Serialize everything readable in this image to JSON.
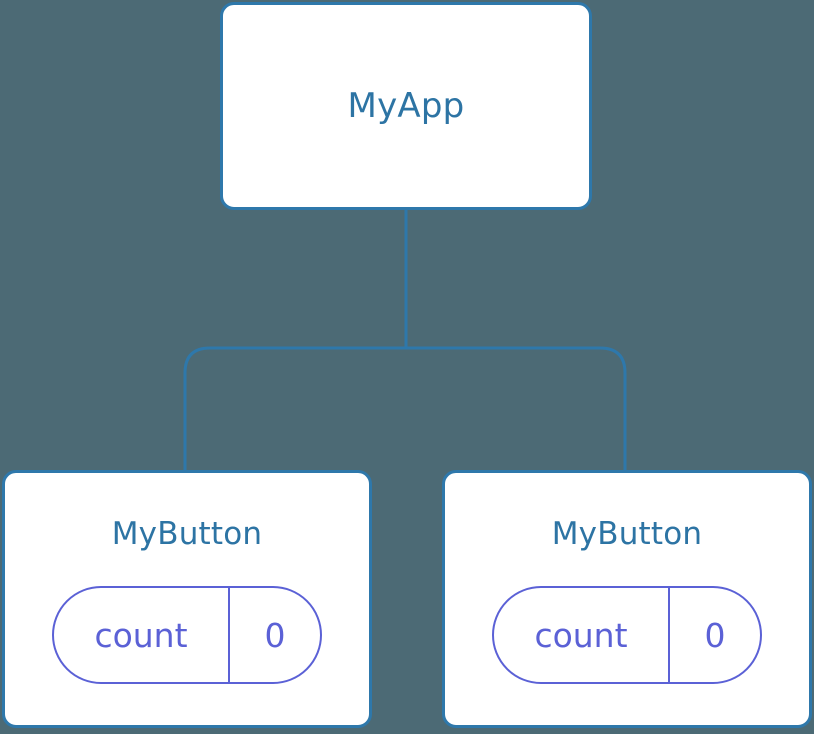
{
  "diagram": {
    "kind": "component-tree",
    "background_color": "#4c6a75",
    "node_border_color": "#2e78ab",
    "node_fill_color": "#ffffff",
    "node_label_color": "#2d74a4",
    "connector_color": "#2e78ab",
    "state_accent_color": "#5b61d6"
  },
  "root": {
    "label": "MyApp"
  },
  "children": [
    {
      "label": "MyButton",
      "state": {
        "key": "count",
        "value": "0"
      }
    },
    {
      "label": "MyButton",
      "state": {
        "key": "count",
        "value": "0"
      }
    }
  ]
}
